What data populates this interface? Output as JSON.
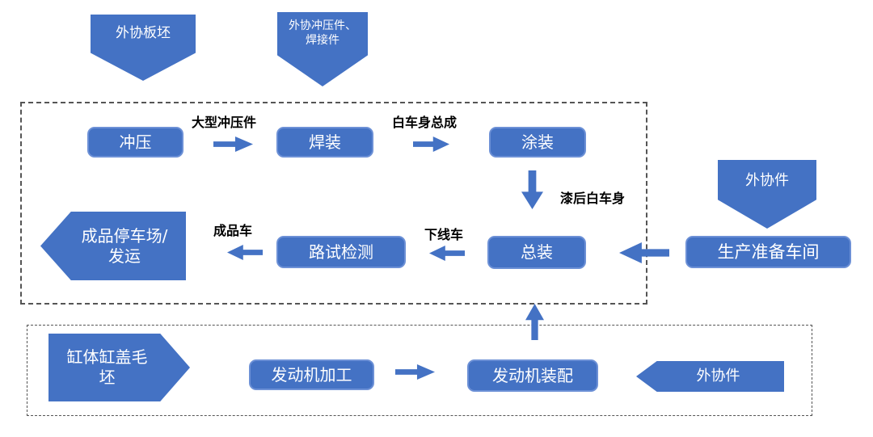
{
  "diagram": {
    "inputs": {
      "external_slab": "外协板坯",
      "external_stamping_welding": "外协冲压件、焊接件",
      "external_parts_main": "外协件",
      "external_parts_engine": "外协件",
      "cylinder_blank": "缸体缸盖毛坯"
    },
    "processes": {
      "stamping": "冲压",
      "welding": "焊装",
      "painting": "涂装",
      "final_assembly": "总装",
      "road_test": "路试检测",
      "prep_workshop": "生产准备车间",
      "engine_machining": "发动机加工",
      "engine_assembly": "发动机装配"
    },
    "terminal": {
      "parking_shipping": "成品停车场/发运"
    },
    "flow_labels": {
      "large_stampings": "大型冲压件",
      "body_in_white": "白车身总成",
      "painted_body": "漆后白车身",
      "finished_car": "成品车",
      "offline_car": "下线车"
    },
    "colors": {
      "shape_fill": "#4472C4",
      "shape_border": "#6C90D6",
      "boundary": "#555555",
      "label_text": "#000000",
      "shape_text": "#FFFFFF"
    }
  }
}
